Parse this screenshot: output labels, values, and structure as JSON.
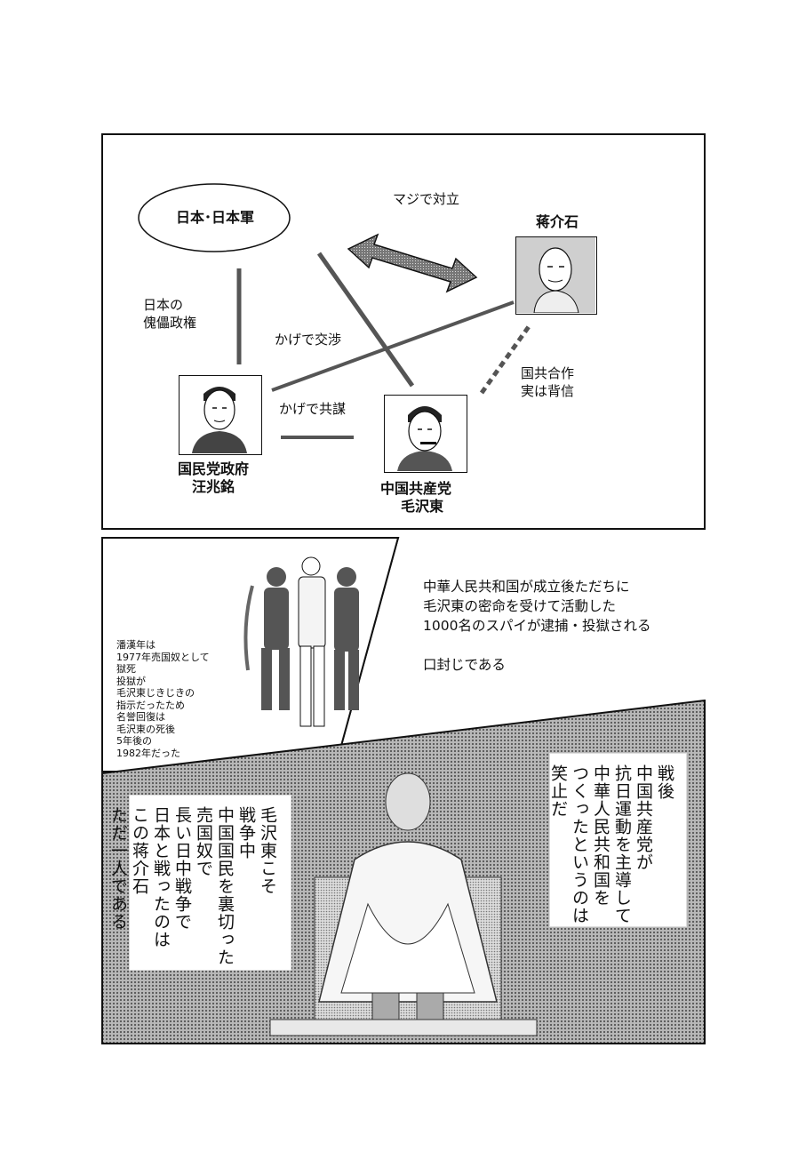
{
  "diagram": {
    "ellipse_label": "日本･日本軍",
    "relation_top": "マジで対立",
    "puppet_label": [
      "日本の",
      "傀儡政権"
    ],
    "secret_negotiation": "かげで交渉",
    "secret_conspiracy": "かげで共謀",
    "betrayal_label": [
      "国共合作",
      "実は背信"
    ],
    "chiang": "蒋介石",
    "wang": [
      "国民党政府",
      "汪兆銘"
    ],
    "mao": [
      "中国共産党",
      "毛沢東"
    ]
  },
  "panel2": {
    "caption": [
      "中華人民共和国が成立後ただちに",
      "毛沢東の密命を受けて活動した",
      "1000名のスパイが逮捕・投獄される"
    ],
    "caption2": "口封じである",
    "side_note": [
      "潘漢年は",
      "1977年売国奴として",
      "獄死",
      "投獄が",
      "毛沢東じきじきの",
      "指示だったため",
      "名誉回復は",
      "毛沢東の死後",
      "5年後の",
      "1982年だった"
    ]
  },
  "panel3": {
    "left_box": [
      "毛沢東こそ",
      "戦争中",
      "中国国民を裏切った",
      "売国奴で",
      "長い日中戦争で",
      "日本と戦ったのは",
      "この蒋介石",
      "ただ一人である"
    ],
    "right_box": [
      "戦後",
      "中国共産党が",
      "抗日運動を主導して",
      "中華人民共和国を",
      "つくったというのは",
      "笑止だ"
    ]
  }
}
